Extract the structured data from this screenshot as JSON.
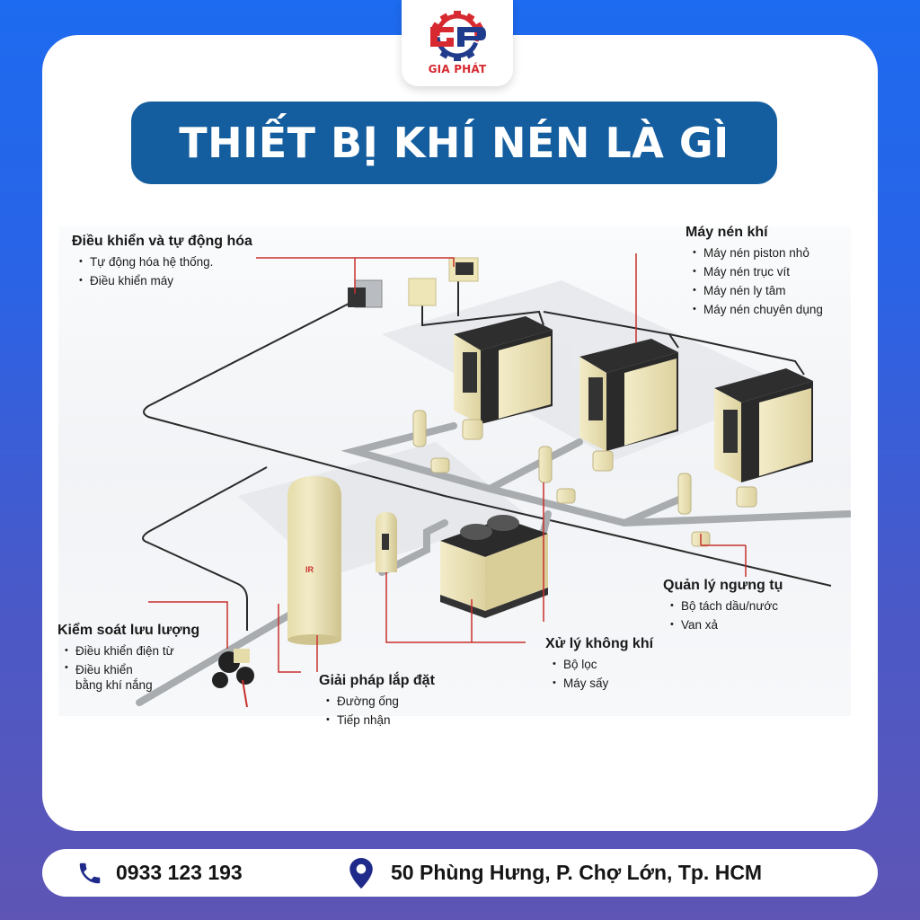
{
  "brand": {
    "name": "GIA PHÁT",
    "logo_letters": "GP",
    "colors": {
      "red": "#d62a30",
      "blue": "#1f3b8c"
    }
  },
  "title": "THIẾT BỊ KHÍ NÉN LÀ GÌ",
  "colors": {
    "title_bg": "#145e9f",
    "leader_line": "#c8302c",
    "equipment_cream": "#efe7bd",
    "equipment_dark": "#2b2b2b",
    "pipe_gray": "#a9acaf",
    "footer_icon": "#1f2a8a"
  },
  "labels": {
    "control": {
      "heading": "Điều khiển và tự động hóa",
      "items": [
        "Tự động hóa hệ thống.",
        "Điều khiển máy"
      ]
    },
    "compressors": {
      "heading": "Máy nén khí",
      "items": [
        "Máy nén piston nhỏ",
        "Máy nén trục vít",
        "Máy nén ly tâm",
        "Máy nén chuyên dụng"
      ]
    },
    "condensate": {
      "heading": "Quản lý ngưng tụ",
      "items": [
        "Bộ tách dầu/nước",
        "Van xả"
      ]
    },
    "air_treatment": {
      "heading": "Xử lý không khí",
      "items": [
        "Bộ lọc",
        "Máy sấy"
      ]
    },
    "installation": {
      "heading": "Giải pháp lắp đặt",
      "items": [
        "Đường ống",
        "Tiếp nhận"
      ]
    },
    "flow_control": {
      "heading": "Kiểm soát lưu lượng",
      "items": [
        "Điều khiển điện từ",
        "Điều khiển\nbằng khí nắng"
      ]
    }
  },
  "footer": {
    "phone_icon": "phone-icon",
    "phone": "0933 123 193",
    "location_icon": "map-pin-icon",
    "address": "50 Phùng Hưng, P. Chợ Lớn, Tp. HCM"
  }
}
